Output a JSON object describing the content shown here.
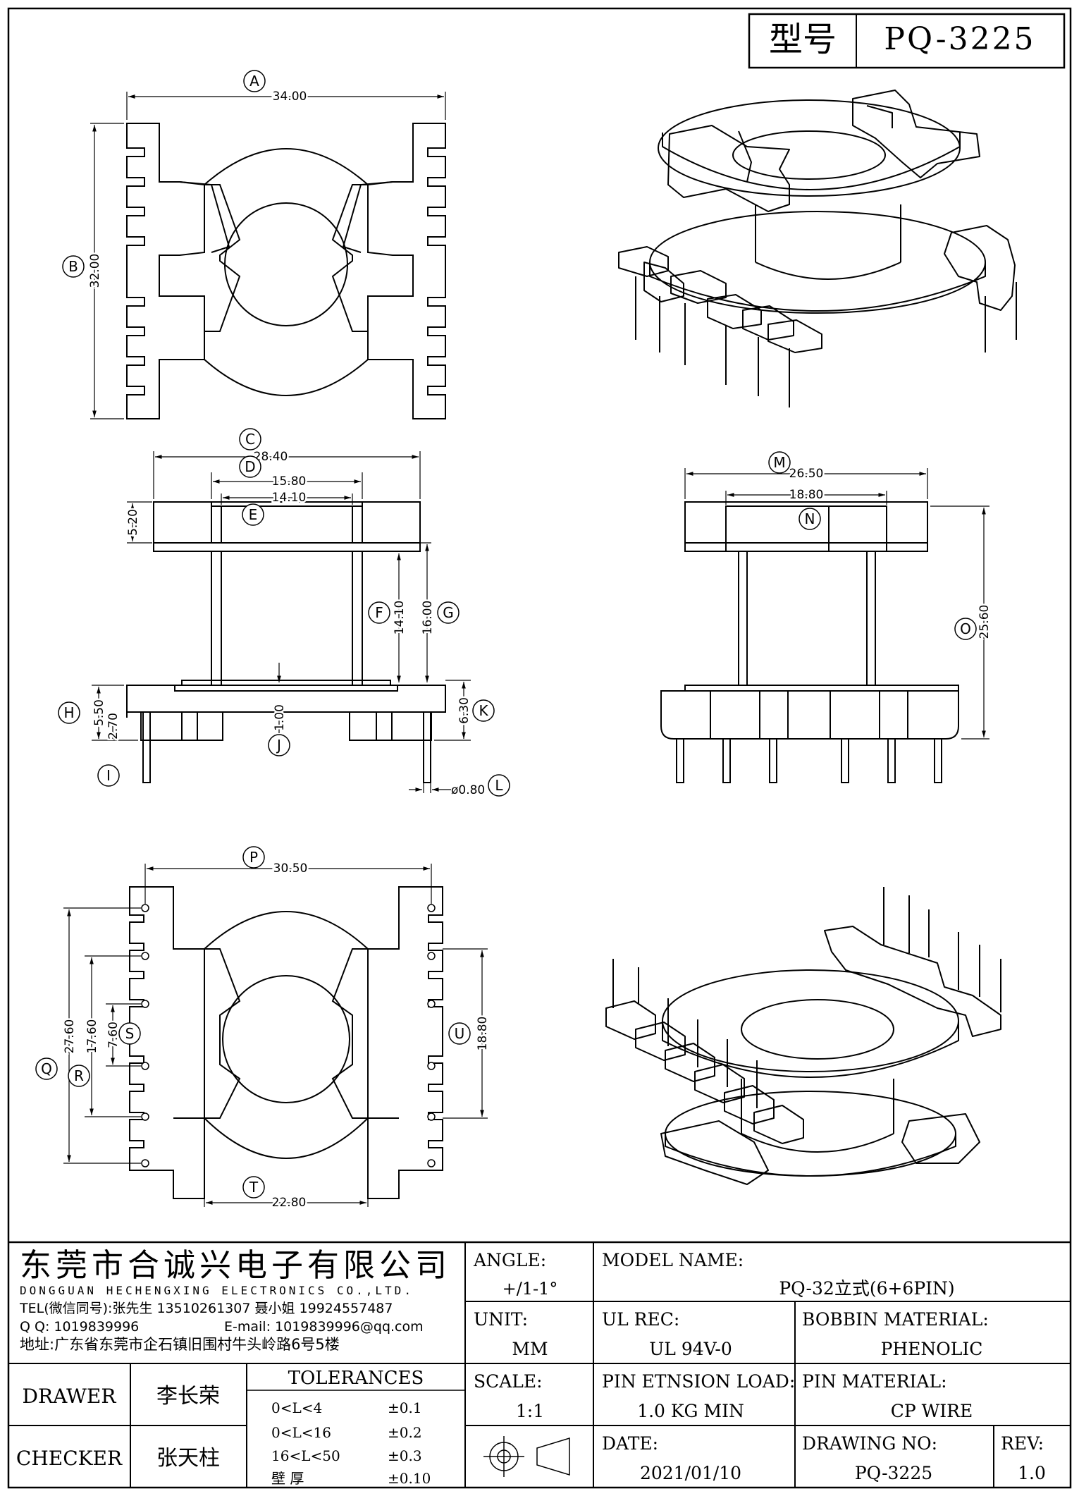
{
  "header": {
    "type_label": "型号",
    "part_number": "PQ-3225"
  },
  "dimensions": {
    "A": "34.00",
    "B": "32.00",
    "C": "28.40",
    "D": "15.80",
    "E": "14.10",
    "E_vert": "5.20",
    "F": "14.10",
    "G": "16.00",
    "H": "5.50",
    "I": "2.70",
    "J": "1.00",
    "K": "6.30",
    "L": "ø0.80",
    "M": "26.50",
    "N": "18.80",
    "O": "25.60",
    "P": "30.50",
    "Q": "27.60",
    "R": "17.60",
    "S": "7.60",
    "T": "22.80",
    "U": "18.80"
  },
  "company": {
    "name_cn": "东莞市合诚兴电子有限公司",
    "name_en": "DONGGUAN HECHENGXING ELECTRONICS CO.,LTD.",
    "tel": "TEL(微信同号):张先生 13510261307 聂小姐 19924557487",
    "qq": "Q Q: 1019839996",
    "email": "E-mail: 1019839996@qq.com",
    "address": "地址:广东省东莞市企石镇旧围村牛头岭路6号5楼"
  },
  "title_block": {
    "angle_label": "ANGLE:",
    "angle_value": "+/1-1°",
    "unit_label": "UNIT:",
    "unit_value": "MM",
    "scale_label": "SCALE:",
    "scale_value": "1:1",
    "model_label": "MODEL NAME:",
    "model_value": "PQ-32立式(6+6PIN)",
    "ul_label": "UL REC:",
    "ul_value": "UL 94V-0",
    "bobbin_label": "BOBBIN MATERIAL:",
    "bobbin_value": "PHENOLIC",
    "pin_load_label": "PIN ETNSION LOAD:",
    "pin_load_value": "1.0 KG MIN",
    "pin_mat_label": "PIN MATERIAL:",
    "pin_mat_value": "CP WIRE",
    "date_label": "DATE:",
    "date_value": "2021/01/10",
    "drawing_no_label": "DRAWING NO:",
    "drawing_no_value": "PQ-3225",
    "rev_label": "REV:",
    "rev_value": "1.0",
    "drawer_label": "DRAWER",
    "drawer_name": "李长荣",
    "checker_label": "CHECKER",
    "checker_name": "张天柱",
    "tolerances_label": "TOLERANCES",
    "tolerances": [
      {
        "range": "0<L<4",
        "value": "±0.1"
      },
      {
        "range": "0<L<16",
        "value": "±0.2"
      },
      {
        "range": "16<L<50",
        "value": "±0.3"
      },
      {
        "range": "壁   厚",
        "value": "±0.10"
      }
    ]
  }
}
